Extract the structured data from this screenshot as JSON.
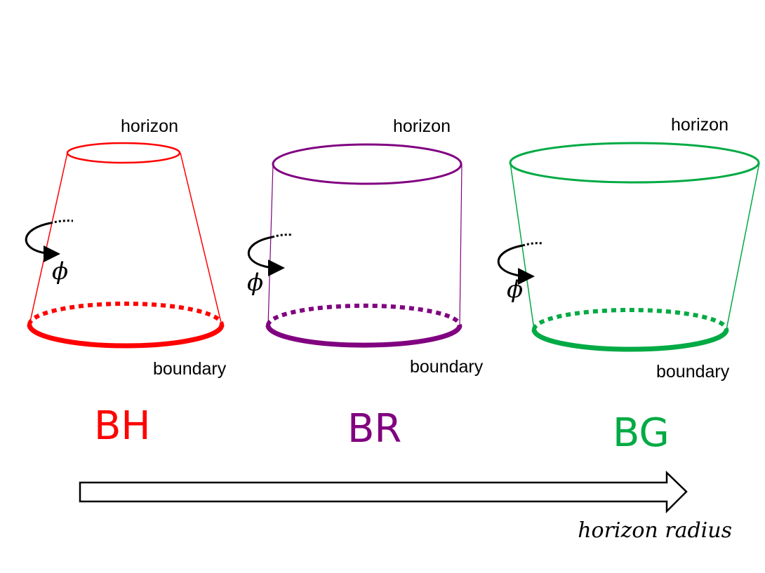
{
  "colors": {
    "bh": "#ff0000",
    "br": "#800080",
    "bg": "#00aa44",
    "ink": "#000000"
  },
  "objects": [
    {
      "id": "bh",
      "name": "BH",
      "color": "#ff0000",
      "horizon_label": "horizon",
      "boundary_label": "boundary",
      "angle_label": "ϕ"
    },
    {
      "id": "br",
      "name": "BR",
      "color": "#800080",
      "horizon_label": "horizon",
      "boundary_label": "boundary",
      "angle_label": "ϕ"
    },
    {
      "id": "bg",
      "name": "BG",
      "color": "#00aa44",
      "horizon_label": "horizon",
      "boundary_label": "boundary",
      "angle_label": "ϕ"
    }
  ],
  "axis": {
    "label": "horizon radius"
  }
}
